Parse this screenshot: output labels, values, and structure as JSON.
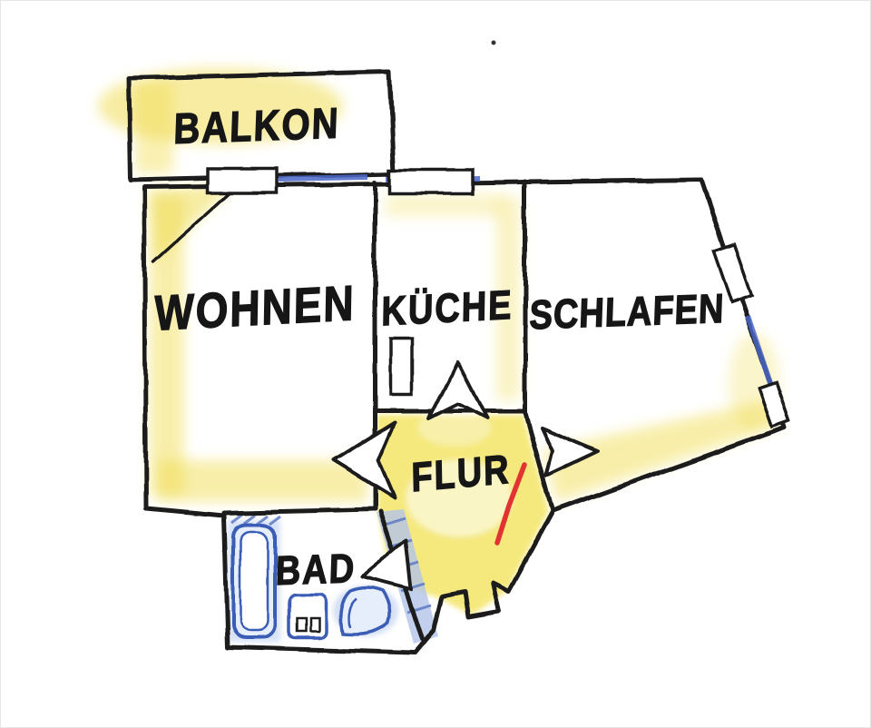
{
  "floorplan": {
    "rooms": {
      "balkon": {
        "label": "BALKON"
      },
      "wohnen": {
        "label": "WOHNEN"
      },
      "kueche": {
        "label": "KÜCHE"
      },
      "schlafen": {
        "label": "SCHLAFEN"
      },
      "flur": {
        "label": "FLUR"
      },
      "bad": {
        "label": "BAD"
      }
    },
    "colors": {
      "ink": "#1c1c1c",
      "highlight_yellow": "#f1dd55",
      "fixture_blue": "#3b5db5",
      "window_blue": "#4a68c8",
      "entrance_red": "#e23333",
      "paper": "#ffffff"
    }
  }
}
